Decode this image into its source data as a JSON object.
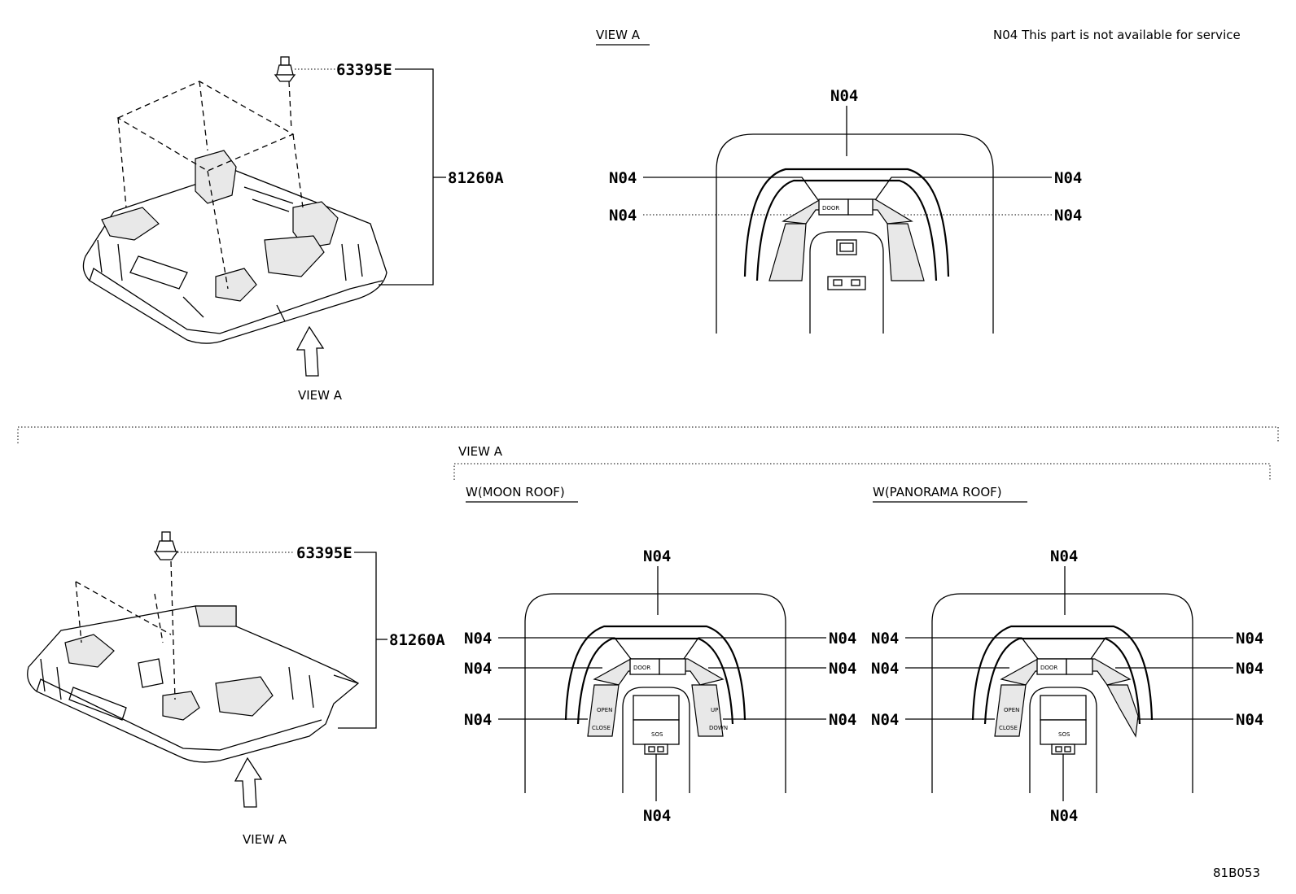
{
  "note": "N04 This part is not available for service",
  "diagram_code": "81B053",
  "top": {
    "view_title": "VIEW A",
    "arrow_label": "VIEW A",
    "part_clip": "63395E",
    "part_console": "81260A",
    "callout": "N04"
  },
  "bottom": {
    "view_title": "VIEW A",
    "arrow_label": "VIEW A",
    "part_clip": "63395E",
    "part_console": "81260A",
    "variant_moon": "W(MOON ROOF)",
    "variant_panorama": "W(PANORAMA ROOF)",
    "callout": "N04"
  },
  "switch_labels": {
    "door": "DOOR",
    "open": "OPEN",
    "close": "CLOSE",
    "up": "UP",
    "down": "DOWN",
    "sos": "SOS"
  }
}
